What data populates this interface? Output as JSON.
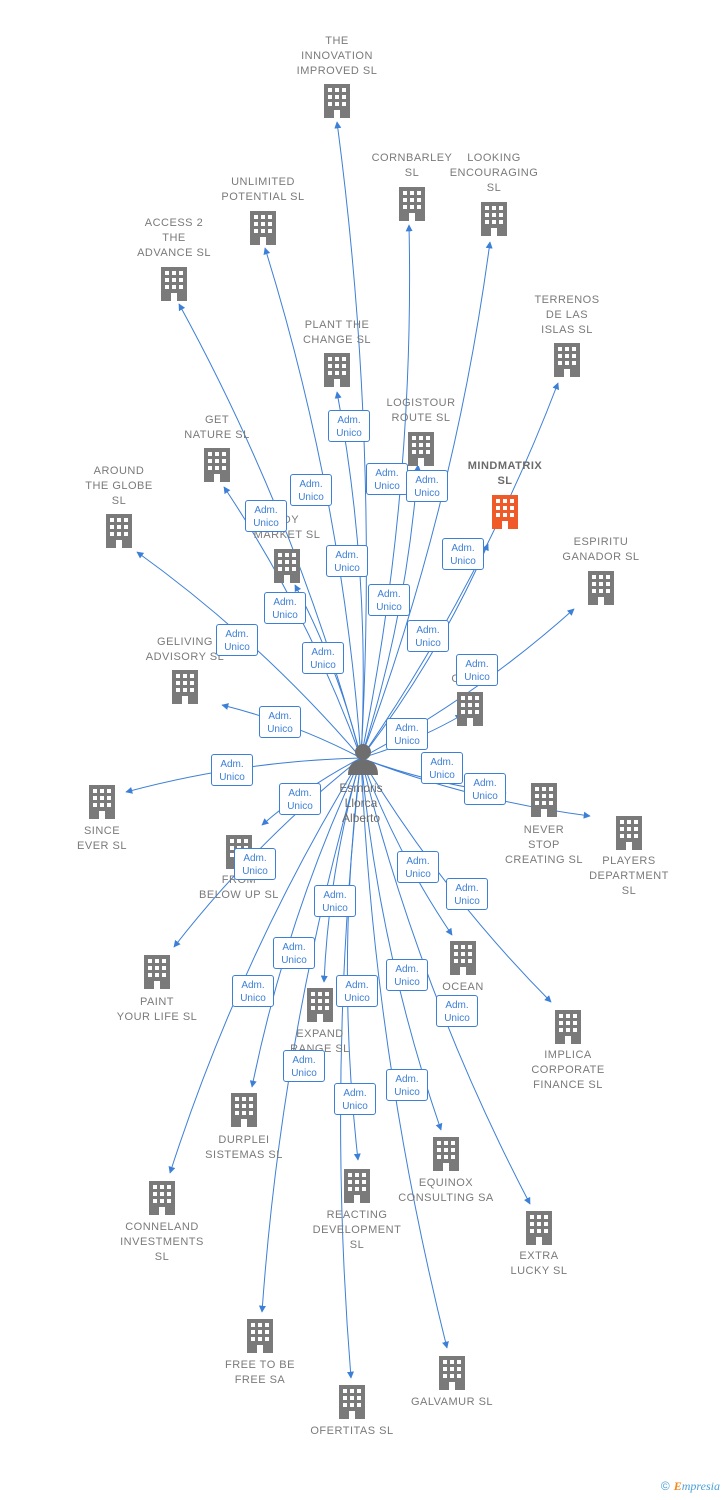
{
  "colors": {
    "edge": "#3c7fd6",
    "building": "#7a7a7a",
    "highlight": "#f05a28"
  },
  "person": {
    "name": "Esmoris\nLlorca\nAlberto",
    "icon": "person-icon"
  },
  "edge_label": "Adm.\nUnico",
  "companies": [
    {
      "id": "the-innovation-improved",
      "name": "THE\nINNOVATION\nIMPROVED SL"
    },
    {
      "id": "cornbarley",
      "name": "CORNBARLEY\nSL"
    },
    {
      "id": "looking-encouraging",
      "name": "LOOKING\nENCOURAGING\nSL"
    },
    {
      "id": "unlimited-potential",
      "name": "UNLIMITED\nPOTENTIAL SL"
    },
    {
      "id": "access-2-the-advance",
      "name": "ACCESS 2\nTHE\nADVANCE SL"
    },
    {
      "id": "terrenos-de-las-islas",
      "name": "TERRENOS\nDE LAS\nISLAS SL"
    },
    {
      "id": "plant-the-change",
      "name": "PLANT THE\nCHANGE SL"
    },
    {
      "id": "logistour-route",
      "name": "LOGISTOUR\nROUTE SL"
    },
    {
      "id": "get-nature",
      "name": "GET\nNATURE SL"
    },
    {
      "id": "mindmatrix",
      "name": "MINDMATRIX\nSL",
      "highlight": true
    },
    {
      "id": "around-the-globe",
      "name": "AROUND\nTHE GLOBE\nSL"
    },
    {
      "id": "ready-market",
      "name": "ADY\nMARKET SL"
    },
    {
      "id": "espiritu-ganador",
      "name": "ESPIRITU\nGANADOR SL"
    },
    {
      "id": "geliving-advisory",
      "name": "GELIVING\nADVISORY SL"
    },
    {
      "id": "p-com",
      "name": "P\nCOM L"
    },
    {
      "id": "since-ever",
      "name": "SINCE\nEVER SL"
    },
    {
      "id": "never-stop-creating",
      "name": "NEVER\nSTOP\nCREATING SL"
    },
    {
      "id": "players-department",
      "name": "PLAYERS\nDEPARTMENT\nSL"
    },
    {
      "id": "from-below-up",
      "name": "FROM\nBELOW UP SL"
    },
    {
      "id": "paint-your-life",
      "name": "PAINT\nYOUR LIFE SL"
    },
    {
      "id": "ocean-challenge",
      "name": "OCEAN\nC GE"
    },
    {
      "id": "implica-corporate-finance",
      "name": "IMPLICA\nCORPORATE\nFINANCE SL"
    },
    {
      "id": "expand-range",
      "name": "EXPAND\nRANGE SL"
    },
    {
      "id": "durplei-sistemas",
      "name": "DURPLEI\nSISTEMAS SL"
    },
    {
      "id": "equinox-consulting",
      "name": "EQUINOX\nCONSULTING SA"
    },
    {
      "id": "conneland-investments",
      "name": "CONNELAND\nINVESTMENTS\nSL"
    },
    {
      "id": "reacting-development",
      "name": "REACTING\nDEVELOPMENT\nSL"
    },
    {
      "id": "extra-lucky",
      "name": "EXTRA\nLUCKY SL"
    },
    {
      "id": "free-to-be-free",
      "name": "FREE TO BE\nFREE SA"
    },
    {
      "id": "galvamur",
      "name": "GALVAMUR SL"
    },
    {
      "id": "ofertitas",
      "name": "OFERTITAS SL"
    }
  ],
  "footer": {
    "copyright": "©",
    "brand_first": "E",
    "brand_rest": "mpresia"
  }
}
